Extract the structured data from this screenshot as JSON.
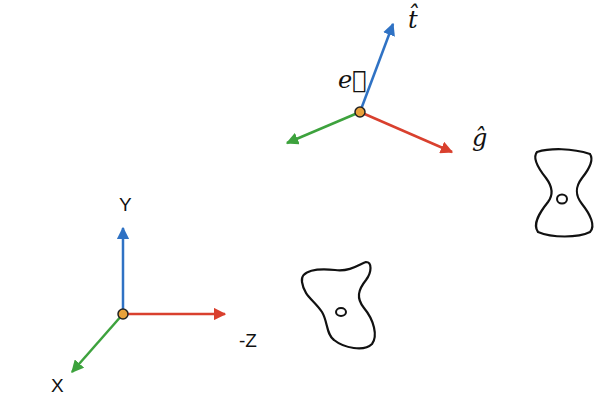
{
  "diagram": {
    "labels": [
      "Y",
      "-Z",
      "X",
      "e⃗",
      "t̂",
      "ĝ"
    ]
  }
}
